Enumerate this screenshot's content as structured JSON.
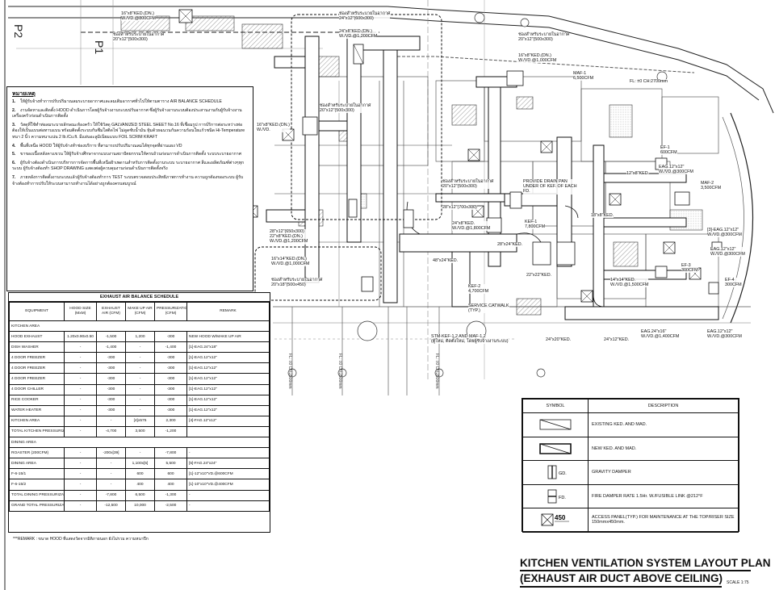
{
  "title": {
    "line1": "KITCHEN  VENTILATION SYSTEM LAYOUT PLAN",
    "line2": "(EXHAUST AIR DUCT ABOVE CEILING)",
    "scale": "SCALE 1:75"
  },
  "grid_labels": {
    "p1": "P1",
    "p2": "P2"
  },
  "notes": {
    "heading": "หมายเหตุ",
    "items": [
      {
        "num": "1.",
        "text": "ให้ผู้รับจ้างทำการปรับปริมาณลมระบายอากาศและลมเติมอากาศทั่วไปให้ตามตาราง AIR BALANCE SCHEDULE"
      },
      {
        "num": "2.",
        "text": "งานจัดหาและติดตั้ง HOOD ดำเนินการโดยผู้รับจ้างงานระบบปรับอากาศ ซึ่งผู้รับจ้างงานระบบต้องประสานงานกับผู้รับจ้างงานเครื่องครัวก่อนดำเนินการติดตั้ง"
      },
      {
        "num": "3.",
        "text": "วัสดุที่ใช้ทำท่อลมระบายลักษณะห้องครัว ให้ใช้วัสดุ GALVANIZED STEEL SHEET No.16 ที่เชื่อมรูป การบ์ริการต่อระหว่างท่อต้องให้เป็นแบบต่อทาบแบน พร้อมติดตั้งระบบกันซึมใสติดไฟ ไม่ดูดซับน้ำมัน หุ้มด้วยฉนวนกันความร้อนใยแก้วชนิด Hi-Temperature หนา 2 นิ้ว ความหนาแน่น 2 lb./Cu.ft. มีแผ่นอะลูมิเนียมแบบ FOIL SCRIM KRAFT"
      },
      {
        "num": "4.",
        "text": "พื้นที่เหนือ HOOD ให้ผู้รับจ้างทำช่องบริการ ที่สามารถปรับปริมาณลมได้ทุกจุดที่ผ่านแผง VD"
      },
      {
        "num": "5.",
        "text": "ขาของเนื้อหลังคาแขวน ให้ผู้รับจ้างศึกษาจากแบบงานสถาปัตยกรรมให้ครบถ้วนก่อนการดำเนินการติดตั้ง ระบบระบายอากาศ"
      },
      {
        "num": "6.",
        "text": "ผู้รับจ้างต้องดำเนินการบริหารการจัดการพื้นที่เหนือฝ้าเพดานสำหรับการติดตั้งงานระบบ ระบายอากาศ สีและผลิตภัณฑ์ต่างๆทุกระบบ ผู้รับจ้างต้องทำ SHOP DRAWING แสดงต่อผู้ควบคุมงานก่อนดำเนินการติดตั้งจริง"
      },
      {
        "num": "7.",
        "text": "ภายหลังการติดตั้งงานระบบแล้วผู้รับจ้างต้องทำการ TEST ระบบตรวจสอบประสิทธิภาพการทำงาน ความถูกต้องของระบบ ผู้รับจ้างต้องทำการปรับให้ระบบสามารถทำงานได้อย่างถูกต้องครบสมบูรณ์"
      }
    ]
  },
  "schedule": {
    "caption": "EXHAUST AIR BALANCE SCHEDULE",
    "headers": [
      "EQUIPMENT",
      "HOOD SIZE (MxM)",
      "EXHAUST AIR (CFM)",
      "MAKE UP AIR (CFM)",
      "PRESSURIZATION (CFM)",
      "REMARK"
    ],
    "rows": [
      {
        "section": "KITCHEN AREA"
      },
      {
        "cells": [
          "HOOD EXHAUST",
          "1.20x0.90x0.50",
          "-1,500",
          "1,200",
          "-300",
          "NEW HOOD W/MAKE UP AIR"
        ]
      },
      {
        "cells": [
          "DISH WASHER",
          "-",
          "-1,400",
          "-",
          "-1,400",
          "[1]-EAG.24\"x18\""
        ]
      },
      {
        "cells": [
          "4 DOOR FREEZER",
          "-",
          "-300",
          "-",
          "-300",
          "[1]-EAG.12\"x12\""
        ]
      },
      {
        "cells": [
          "4 DOOR FREEZER",
          "-",
          "-300",
          "-",
          "-300",
          "[1]-EAG.12\"x12\""
        ]
      },
      {
        "cells": [
          "4 DOOR FREEZER",
          "-",
          "-300",
          "-",
          "-300",
          "[1]-EAG.12\"x12\""
        ]
      },
      {
        "cells": [
          "4 DOOR CHILLER",
          "-",
          "-300",
          "-",
          "-300",
          "[1]-EAG.12\"x12\""
        ]
      },
      {
        "cells": [
          "RICE COOKER",
          "-",
          "-300",
          "-",
          "-300",
          "[1]-EAG.12\"x12\""
        ]
      },
      {
        "cells": [
          "WATER HEATER",
          "-",
          "-300",
          "-",
          "-300",
          "[1]-EAG.12\"x12\""
        ]
      },
      {
        "cells": [
          "KITCHEN AREA",
          "-",
          "-",
          "[4]x575",
          "2,300",
          "[4]-FAG.12\"x12\""
        ]
      },
      {
        "cells": [
          "TOTAL KITCHEN PRESSURIZATION",
          "-",
          "-4,700",
          "3,500",
          "-1,200",
          ""
        ]
      },
      {
        "section": "DINING AREA"
      },
      {
        "cells": [
          "ROASTER (200CFM)",
          "-",
          "-200x[39]",
          "-",
          "-7,800",
          "-"
        ]
      },
      {
        "cells": [
          "DINING AREA",
          "-",
          "-",
          "1,100x[5]",
          "5,500",
          "[5]-FAG.24\"x24\""
        ]
      },
      {
        "cells": [
          "F-6-15/1",
          "-",
          "-",
          "600",
          "600",
          "[1]-12\"x10\"VD.@600CFM"
        ]
      },
      {
        "cells": [
          "F-6-15/2",
          "-",
          "-",
          "400",
          "400",
          "[1]-10\"x10\"VD.@400CFM"
        ]
      },
      {
        "cells": [
          "TOTAL DINING PRESSURIZATION",
          "-",
          "-7,800",
          "6,500",
          "-1,300",
          "-"
        ]
      },
      {
        "cells": [
          "GRAND TOTAL PRESSURIZATION",
          "-",
          "-12,500",
          "10,000",
          "-2,500",
          "-"
        ]
      }
    ],
    "remark": "***REMARK : ขนาด HOOD ที่แสดงวัดจากมิติภายนอก ยังไม่รวม ความหนาปีก"
  },
  "legend": {
    "col_symbol": "SYMBOL",
    "col_desc": "DESCRIPTION",
    "items": [
      {
        "code": "",
        "desc": "EXISTING KED. AND MAD.",
        "icon": "existing-duct-icon"
      },
      {
        "code": "",
        "desc": "NEW KED. AND MAD.",
        "icon": "new-duct-icon"
      },
      {
        "code": "GD.",
        "desc": "GRAVITY DAMPER",
        "icon": "gravity-damper-icon"
      },
      {
        "code": "FD.",
        "desc": "FIRE DAMPER RATE 1.5Hr. W./FUSIBLE LINK @212°F",
        "icon": "fire-damper-icon"
      },
      {
        "code": "450",
        "desc": "ACCESS PANEL(TYP.) FOR MAINTENANCE AT THE TOP/RISER SIZE 150mmx450mm.",
        "icon": "access-panel-icon"
      }
    ]
  },
  "plan_labels": {
    "l1": "16\"x8\"KED.(DN.)\nW./VD.@800CFM",
    "l2": "ช่องสำหรับระบายในอากาศ\n20\"x12\"(500x300)",
    "l3": "ช่องสำหรับระบายในอากาศ\n24\"x12\"(600x300)",
    "l4": "24\"x8\"KED.(DN.)\nW./VD.@1,200CFM",
    "l5": "ช่องสำหรับระบายในอากาศ\n20\"x12\"(500x300)",
    "l6": "16\"x8\"KED.(DN.)\nW./VD.@1,000CFM",
    "l7": "MAF-1\n6,500CFM",
    "l8": "FL: ±0 CH:2700mm",
    "l9": "ช่องสำหรับระบายในอากาศ\n20\"x12\"(500x300)",
    "l10": "16\"x8\"KED.(DN.)\nW./VD.",
    "l11": "PROVIDE DRAIN PAN\nUNDER OF KEF. OF EACH\nFD.",
    "l12": "EF-1\n600CFM",
    "l13": "EAG.12\"x12\"\nW./VD.@300CFM",
    "l14": "MAF-2\n3,500CFM",
    "l15": "ช่องสำหรับระบายในอากาศ\n20\"x12\"(500x300)",
    "l16": "28\"x12\"(700x300)",
    "l17": "18\"x8\"KED.",
    "l18": "24\"x8\"KED.\nW./VD.@1,800CFM",
    "l19": "KEF-1\n7,800CFM",
    "l20": "[3]-EAG.12\"x12\"\nW./VD.@300CFM",
    "l21": "28\"x12\"(650x300)\n22\"x8\"KED.(DN.)\nW./VD.@1,200CFM",
    "l22": "28\"x24\"KED.",
    "l23": "16\"x14\"KED.(DN.)\nW./VD.@1,000CFM",
    "l24": "ช่องสำหรับระบายในอากาศ\n20\"x18\"(500x450)",
    "l25": "48\"x24\"KED.",
    "l26": "22\"x22\"KED.",
    "l27": "14\"x14\"KED.\nW./VD.@1,500CFM",
    "l28": "EAG.12\"x12\"\nW./VD.@300CFM",
    "l29": "KEF-2\n4,700CFM",
    "l30": "SERVICE CATWALK\n(TYP.)",
    "l31": "EAG.24\"x16\"\nW./VD.@1,400CFM",
    "l32": "EAG.12\"x12\"\nW./VD.@300CFM",
    "l33": "STM-KEF-1,2 AND MAF-1,2\n(ตู้ใหม่, ติดตั้งใหม่, โดยผู้รับจ้างงานระบบ)",
    "l34": "24\"x20\"KED.",
    "l35": "24\"x12\"KED.",
    "l36": "12\"x8\"KED.",
    "l37": "EF-3\n300CFM",
    "l38": "EF-4\n300CFM",
    "l39": "FL: ±0 CH:2500mm",
    "l40": "FL: ±0 CH:2500mm",
    "l41": "FL: ±0 CH:2500mm"
  }
}
